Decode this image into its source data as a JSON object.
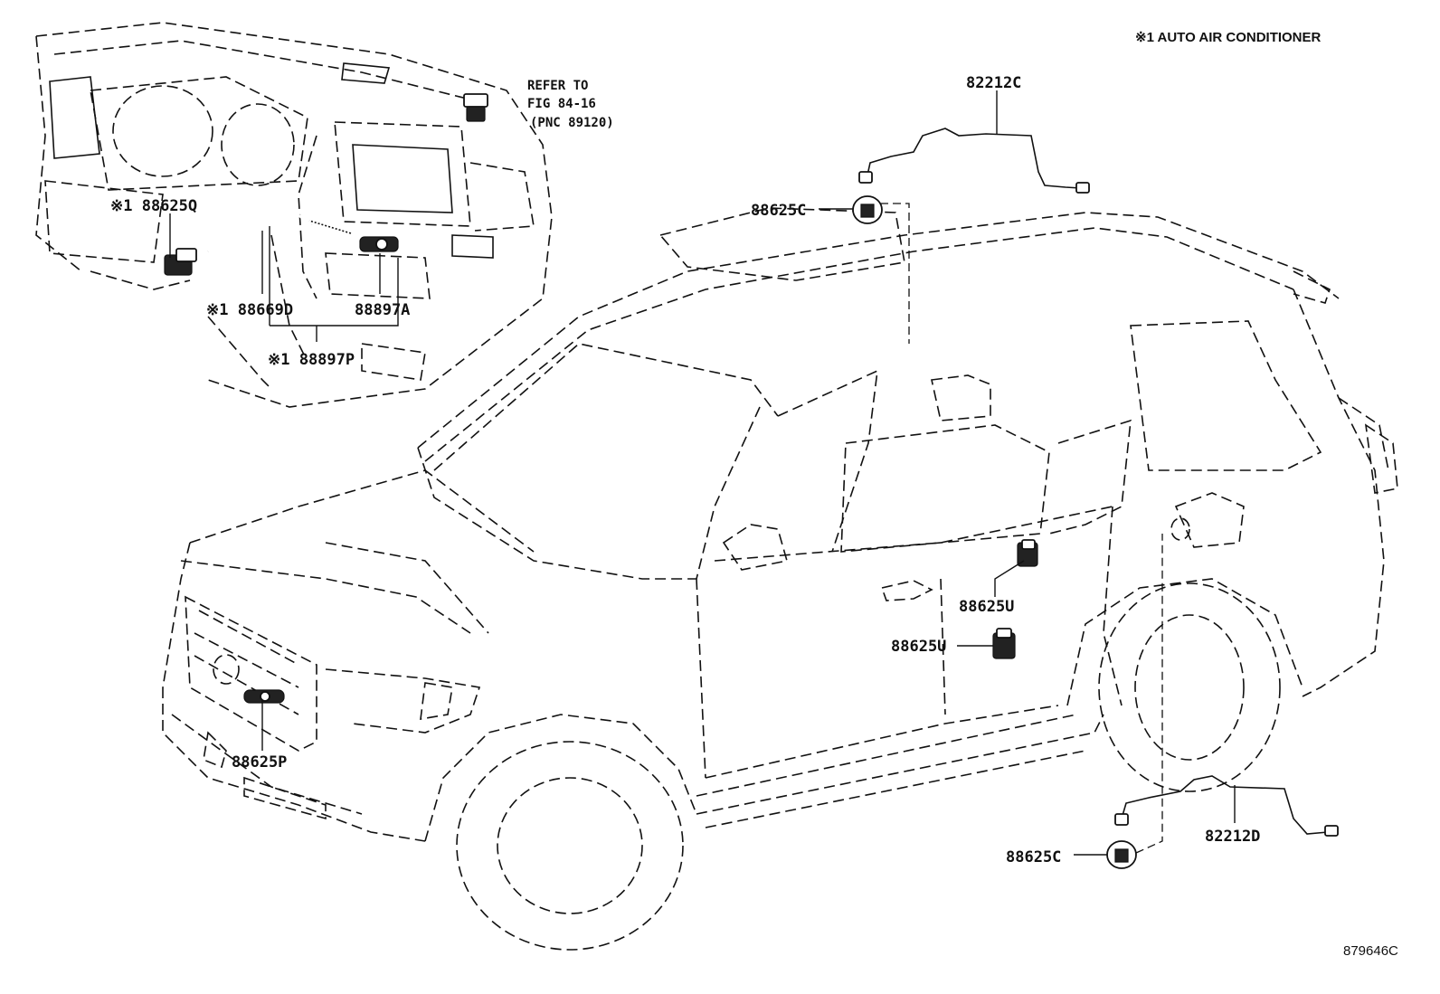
{
  "note": "※1 AUTO AIR CONDITIONER",
  "illustration_code": "879646C",
  "refer": {
    "line1": "REFER TO",
    "line2": "FIG 84-16",
    "line3": "(PNC 89120)"
  },
  "labels": {
    "p82212C": "82212C",
    "p88625C_top": "88625C",
    "p88625Q": "※1 88625Q",
    "p88669D": "※1 88669D",
    "p88897A": "88897A",
    "p88897P": "※1 88897P",
    "p88625U_upper": "88625U",
    "p88625U_lower": "88625U",
    "p88625P": "88625P",
    "p82212D": "82212D",
    "p88625C_bottom": "88625C"
  }
}
